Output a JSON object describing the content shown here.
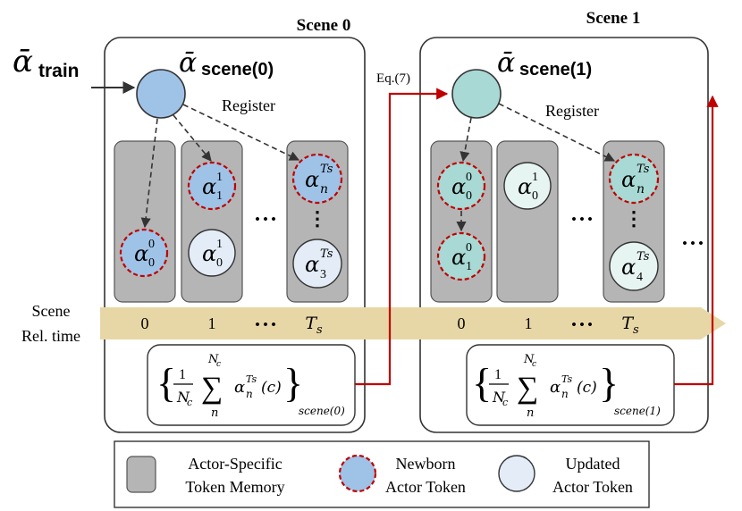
{
  "input": {
    "alpha_symbol": "ᾱ",
    "train_subscript": "train"
  },
  "scenes": [
    {
      "title": "Scene 0",
      "global_token": {
        "symbol": "ᾱ",
        "subscript": "scene(0)"
      },
      "register_label": "Register",
      "column_tokens": [
        [
          {
            "base": "α",
            "sup": "0",
            "sub": "0",
            "type": "newborn"
          }
        ],
        [
          {
            "base": "α",
            "sup": "1",
            "sub": "1",
            "type": "newborn"
          },
          {
            "base": "α",
            "sup": "1",
            "sub": "0",
            "type": "updated"
          }
        ],
        [
          {
            "base": "α",
            "sup": "Ts",
            "sub": "n",
            "type": "newborn"
          },
          {
            "base": "α",
            "sup": "Ts",
            "sub": "3",
            "type": "updated"
          }
        ]
      ],
      "summary": {
        "fraction_num": "1",
        "fraction_den": "N",
        "fraction_den_sub": "c",
        "sum_upper": "N",
        "sum_upper_sub": "c",
        "sum_lower": "n",
        "term": "α",
        "term_sup": "Ts",
        "term_sub": "n",
        "term_arg": "(c)",
        "subscript": "scene(0)"
      }
    },
    {
      "title": "Scene 1",
      "global_token": {
        "symbol": "ᾱ",
        "subscript": "scene(1)"
      },
      "register_label": "Register",
      "column_tokens": [
        [
          {
            "base": "α",
            "sup": "0",
            "sub": "0",
            "type": "newborn"
          },
          {
            "base": "α",
            "sup": "0",
            "sub": "1",
            "type": "newborn"
          }
        ],
        [
          {
            "base": "α",
            "sup": "1",
            "sub": "0",
            "type": "updated"
          }
        ],
        [
          {
            "base": "α",
            "sup": "Ts",
            "sub": "n",
            "type": "newborn"
          },
          {
            "base": "α",
            "sup": "Ts",
            "sub": "4",
            "type": "updated"
          }
        ]
      ],
      "summary": {
        "fraction_num": "1",
        "fraction_den": "N",
        "fraction_den_sub": "c",
        "sum_upper": "N",
        "sum_upper_sub": "c",
        "sum_lower": "n",
        "term": "α",
        "term_sup": "Ts",
        "term_sub": "n",
        "term_arg": "(c)",
        "subscript": "scene(1)"
      }
    }
  ],
  "timeline": {
    "label_line1": "Scene",
    "label_line2": "Rel. time",
    "ticks": [
      "0",
      "1",
      "• • •",
      "T",
      "s"
    ]
  },
  "ellipsis": "• • •",
  "vertical_ellipsis": "⋮",
  "edge_label": "Eq.(7)",
  "legend": {
    "memory_line1": "Actor-Specific",
    "memory_line2": "Token Memory",
    "newborn_line1": "Newborn",
    "newborn_line2": "Actor Token",
    "updated_line1": "Updated",
    "updated_line2": "Actor Token"
  },
  "colors": {
    "scene0_token": "#9fc3e7",
    "scene1_token": "#a8d9d4",
    "updated_token": "#e3ecf7",
    "newborn_border": "#c00000",
    "memory_fill": "#b5b5b5",
    "timeline_band": "#e8d7a6",
    "flow_arrow": "#c00000"
  }
}
